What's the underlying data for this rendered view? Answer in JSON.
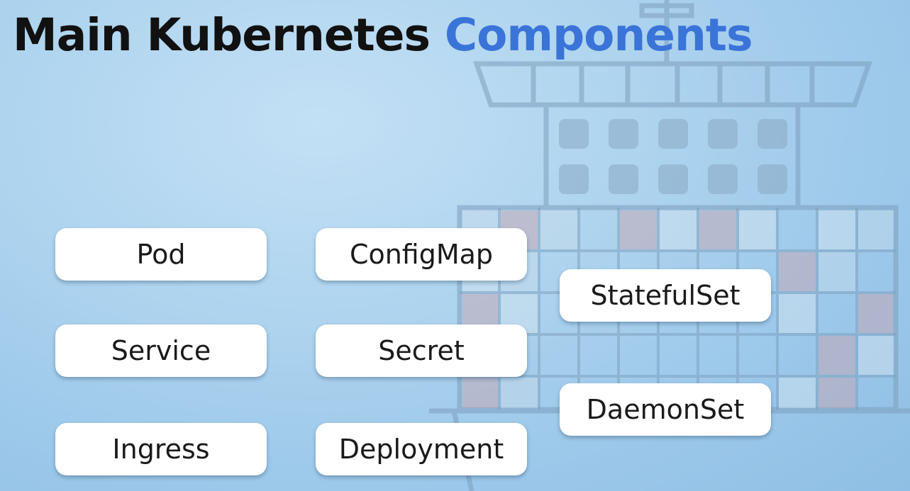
{
  "title": {
    "part1": "Main Kubernetes",
    "part2": "Components"
  },
  "colors": {
    "accent": "#3a74d8",
    "title_dark": "#111111",
    "background": "#b0d5ef"
  },
  "components": {
    "pod": "Pod",
    "service": "Service",
    "ingress": "Ingress",
    "configmap": "ConfigMap",
    "secret": "Secret",
    "deployment": "Deployment",
    "statefulset": "StatefulSet",
    "daemonset": "DaemonSet"
  }
}
